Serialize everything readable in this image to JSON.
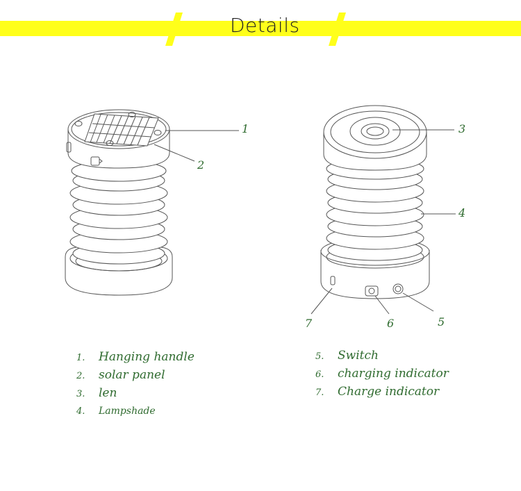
{
  "title": "Details",
  "banner_color": "#ffff1a",
  "line_color": "#555555",
  "label_color": "#2f6b2f",
  "callouts": {
    "c1": "1",
    "c2": "2",
    "c3": "3",
    "c4": "4",
    "c5": "5",
    "c6": "6",
    "c7": "7"
  },
  "legend_left": [
    {
      "num": "1.",
      "text": "Hanging handle"
    },
    {
      "num": "2.",
      "text": "solar panel"
    },
    {
      "num": "3.",
      "text": "len"
    },
    {
      "num": "4.",
      "text": "Lampshade"
    }
  ],
  "legend_right": [
    {
      "num": "5.",
      "text": "Switch"
    },
    {
      "num": "6.",
      "text": "charging indicator"
    },
    {
      "num": "7.",
      "text": "Charge indicator"
    }
  ]
}
